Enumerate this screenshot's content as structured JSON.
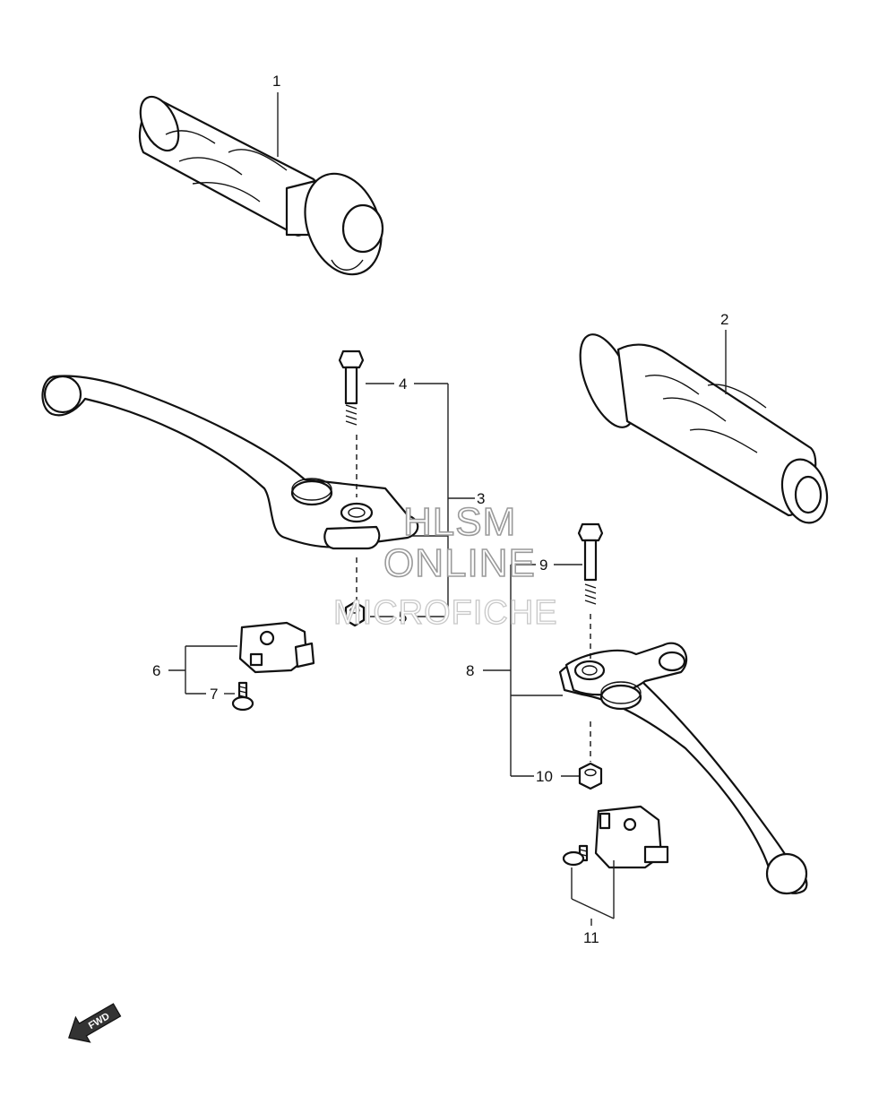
{
  "callouts": [
    "1",
    "2",
    "3",
    "4",
    "5",
    "6",
    "7",
    "8",
    "9",
    "10",
    "11"
  ],
  "watermark": {
    "line1": "HLSM",
    "line2": "ONLINE",
    "line3": "MICROFICHE"
  },
  "direction_marker": {
    "label": "FWD",
    "icon": "fwd-arrow-icon"
  }
}
